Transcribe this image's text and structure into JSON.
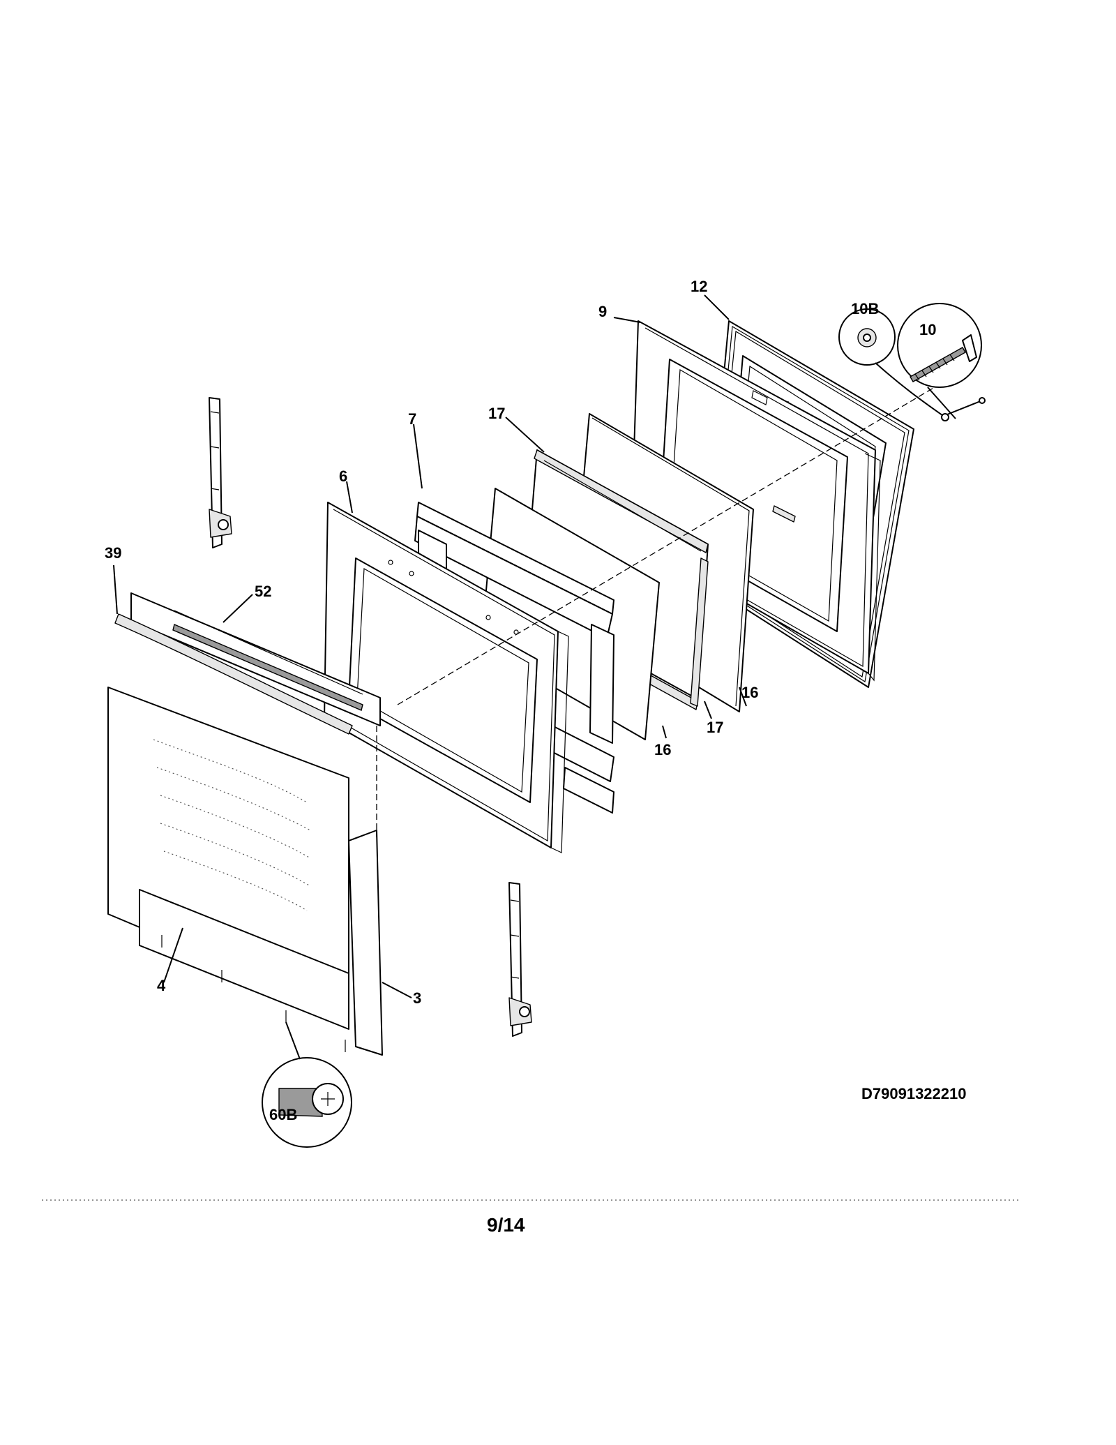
{
  "callouts": {
    "c9": "9",
    "c12": "12",
    "c10b": "10B",
    "c10": "10",
    "c7": "7",
    "c17a": "17",
    "c6": "6",
    "c39": "39",
    "c52": "52",
    "c16a": "16",
    "c17b": "17",
    "c16b": "16",
    "c4": "4",
    "c3": "3",
    "c60b": "60B"
  },
  "drawing_code": "D79091322210",
  "page_number": "9/14"
}
